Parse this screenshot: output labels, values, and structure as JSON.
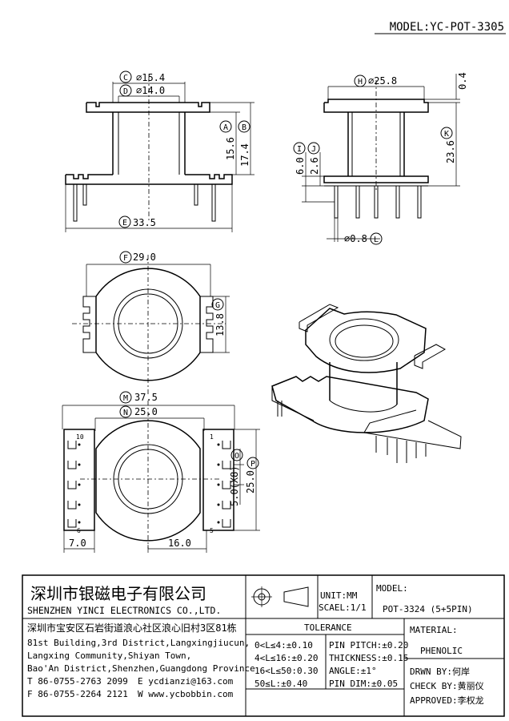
{
  "model_header": "MODEL:YC-POT-3305",
  "dims": {
    "C": "∅15.4",
    "D": "∅14.0",
    "A": "15.6",
    "B": "17.4",
    "E": "33.5",
    "H": "∅25.8",
    "top_04": "0.4",
    "K": "23.6",
    "I": "6.0",
    "J": "2.6",
    "L": "∅0.8",
    "F": "29.0",
    "G": "13.8",
    "M": "37.5",
    "N": "25.0",
    "O": "5.0(X8)",
    "P": "25.0",
    "bottom_left": "7.0",
    "bottom_mid": "16.0"
  },
  "circle_letters": [
    "A",
    "B",
    "C",
    "D",
    "E",
    "F",
    "G",
    "H",
    "I",
    "J",
    "K",
    "L",
    "M",
    "N",
    "O",
    "P"
  ],
  "pin_numbers": {
    "p10": "10",
    "p6": "6",
    "p1": "1",
    "p5": "5"
  },
  "title_block": {
    "company_cn": "深圳市银磁电子有限公司",
    "company_en": "SHENZHEN YINCI ELECTRONICS CO.,LTD.",
    "unit": "UNIT:MM",
    "scale": "SCAEL:1/1",
    "model_label": "MODEL:",
    "model_value": "POT-3324 (5+5PIN)",
    "address_cn": "深圳市宝安区石岩街道浪心社区浪心旧村3区81栋",
    "address_en_1": "81st Building,3rd District,Langxingjiucun,",
    "address_en_2": "Langxing Community,Shiyan Town,",
    "address_en_3": "Bao'An District,Shenzhen,Guangdong Province",
    "tel": "T 86-0755-2763 2099",
    "fax": "F 86-0755-2264 2121",
    "email": "E ycdianzi@163.com",
    "web": "W www.ycbobbin.com",
    "tolerance_label": "TOLERANCE",
    "tol_1": "0<L≤4:±0.10",
    "tol_2": "4<L≤16:±0.20",
    "tol_3": "16<L≤50:0.30",
    "tol_4": "50≤L:±0.40",
    "pin_pitch": "PIN PITCH:±0.20",
    "thickness": "THICKNESS:±0.15",
    "angle": "ANGLE:±1°",
    "pin_dim": "PIN DIM:±0.05",
    "material_label": "MATERIAL:",
    "material_value": "PHENOLIC",
    "drawn_by": "DRWN BY:何岸",
    "check_by": "CHECK BY:黄丽仪",
    "approved": "APPROVED:李权龙"
  }
}
